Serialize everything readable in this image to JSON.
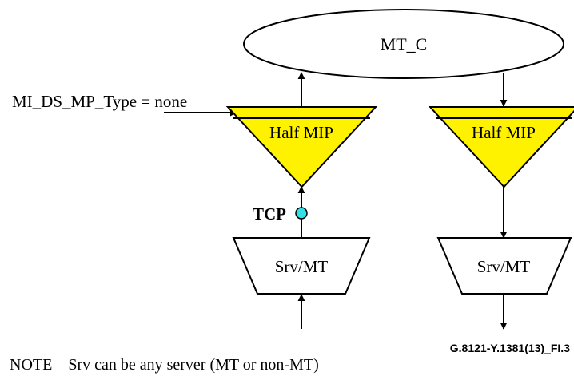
{
  "diagram": {
    "ellipse_label": "MT_C",
    "input_label": "MI_DS_MP_Type = none",
    "left_half_mip_label": "Half MIP",
    "right_half_mip_label": "Half MIP",
    "tcp_label": "TCP",
    "left_srv_label": "Srv/MT",
    "right_srv_label": "Srv/MT",
    "figure_id": "G.8121-Y.1381(13)_FI.3",
    "note": "NOTE – Srv can be any server (MT or non-MT)"
  },
  "colors": {
    "half_mip_fill": "#FFF200",
    "tcp_point_fill": "#33E0E6",
    "stroke": "#000000"
  }
}
